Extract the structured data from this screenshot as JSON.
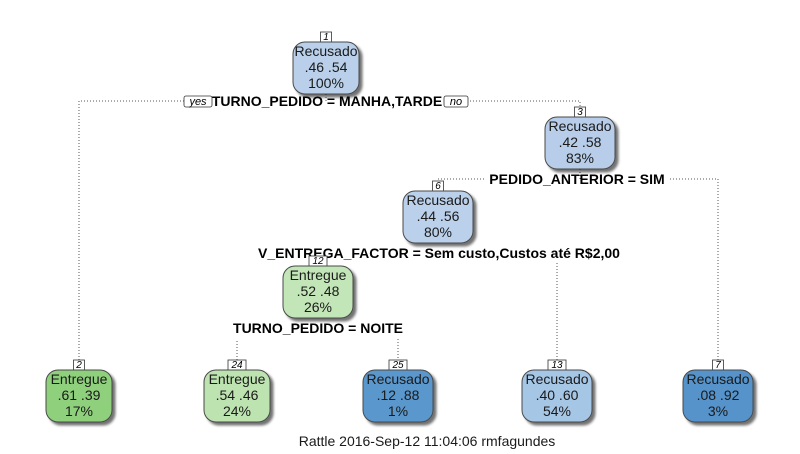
{
  "diagram": {
    "edge_labels": {
      "yes": "yes",
      "no": "no"
    },
    "caption": "Rattle 2016-Sep-12 11:04:06 rmfagundes",
    "splits": [
      {
        "id": "split-1",
        "text": "TURNO_PEDIDO = MANHA,TARDE"
      },
      {
        "id": "split-3",
        "text": "PEDIDO_ANTERIOR = SIM"
      },
      {
        "id": "split-6",
        "text": "V_ENTREGA_FACTOR = Sem custo,Custos até R$2,00"
      },
      {
        "id": "split-12",
        "text": "TURNO_PEDIDO = NOITE"
      }
    ],
    "nodes": [
      {
        "id": "1",
        "class": "Recusado",
        "probs": ".46  .54",
        "pct": "100%",
        "fill": "#b9cfea"
      },
      {
        "id": "3",
        "class": "Recusado",
        "probs": ".42  .58",
        "pct": "83%",
        "fill": "#b7cde9"
      },
      {
        "id": "6",
        "class": "Recusado",
        "probs": ".44  .56",
        "pct": "80%",
        "fill": "#bbd0ea"
      },
      {
        "id": "12",
        "class": "Entregue",
        "probs": ".52  .48",
        "pct": "26%",
        "fill": "#c3e6b8"
      },
      {
        "id": "2",
        "class": "Entregue",
        "probs": ".61  .39",
        "pct": "17%",
        "fill": "#8fd07c"
      },
      {
        "id": "24",
        "class": "Entregue",
        "probs": ".54  .46",
        "pct": "24%",
        "fill": "#bde3b0"
      },
      {
        "id": "25",
        "class": "Recusado",
        "probs": ".12  .88",
        "pct": "1%",
        "fill": "#5a97cc"
      },
      {
        "id": "13",
        "class": "Recusado",
        "probs": ".40  .60",
        "pct": "54%",
        "fill": "#a6c6e6"
      },
      {
        "id": "7",
        "class": "Recusado",
        "probs": ".08  .92",
        "pct": "3%",
        "fill": "#5593ca"
      }
    ]
  }
}
